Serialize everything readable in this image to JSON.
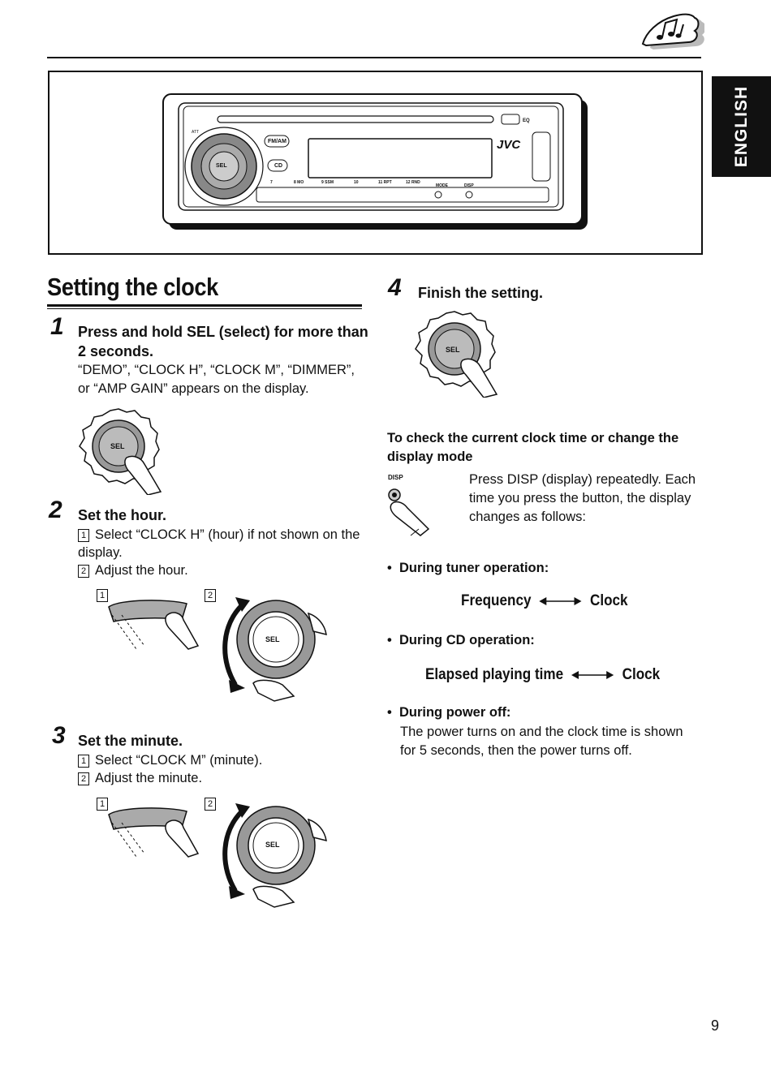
{
  "header": {
    "language_tab": "ENGLISH"
  },
  "unit": {
    "buttons": [
      "FM/AM",
      "CD",
      "SEL",
      "JVC",
      "EQ",
      "MODE",
      "DISP"
    ],
    "preset_labels": [
      "7",
      "8 MO",
      "9 SSM",
      "10",
      "11 RPT",
      "12 RND"
    ],
    "att_label": "ATT"
  },
  "section": {
    "title": "Setting the clock"
  },
  "steps": [
    {
      "number": "1",
      "heading": "Press and hold SEL (select) for more than 2 seconds.",
      "body": "“DEMO”, “CLOCK H”, “CLOCK M”, “DIMMER”, or “AMP GAIN” appears on the display."
    },
    {
      "number": "2",
      "heading": "Set the hour.",
      "sub1": "Select “CLOCK H” (hour) if not shown on the display.",
      "sub2": "Adjust the hour."
    },
    {
      "number": "3",
      "heading": "Set the minute.",
      "sub1": "Select “CLOCK M” (minute).",
      "sub2": "Adjust the minute."
    },
    {
      "number": "4",
      "heading": "Finish the setting."
    }
  ],
  "markers": {
    "one": "1",
    "two": "2"
  },
  "knob_label": "SEL",
  "check": {
    "heading": "To check the current clock time or change the display mode",
    "disp_label": "DISP",
    "text": "Press DISP (display) repeatedly. Each time you press the button, the display changes as follows:"
  },
  "modes": [
    {
      "label": "During tuner operation:",
      "from": "Frequency",
      "to": "Clock"
    },
    {
      "label": "During CD operation:",
      "from": "Elapsed playing time",
      "to": "Clock"
    },
    {
      "label": "During power off:",
      "text": "The power turns on and the clock time is shown for 5 seconds, then the power turns off."
    }
  ],
  "page_number": "9"
}
